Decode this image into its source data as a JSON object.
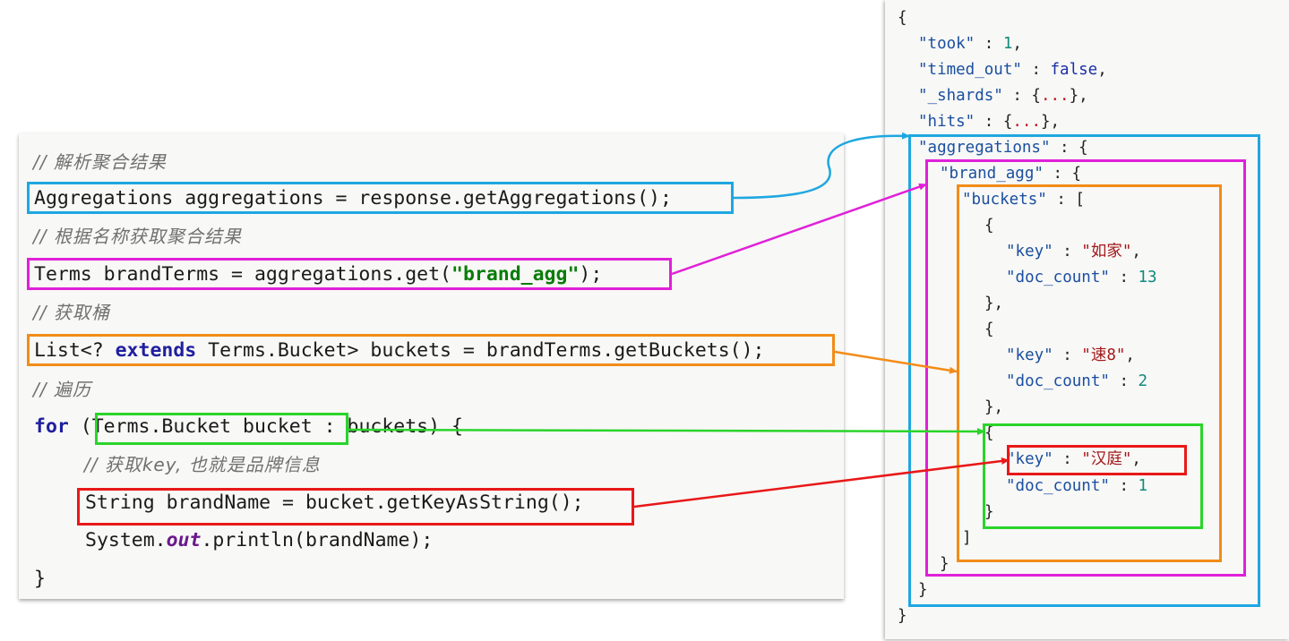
{
  "code": {
    "comment1": "// 解析聚合结果",
    "line1": "Aggregations aggregations = response.getAggregations();",
    "comment2": "// 根据名称获取聚合结果",
    "line2_pre": "Terms brandTerms = aggregations.get(",
    "line2_str": "\"brand_agg\"",
    "line2_post": ");",
    "comment3": "// 获取桶",
    "line3_pre": "List<? ",
    "line3_kw": "extends",
    "line3_post": " Terms.Bucket> buckets = brandTerms.getBuckets();",
    "comment4": "// 遍历",
    "line4_kw": "for",
    "line4_rest": " (Terms.Bucket bucket : buckets) {",
    "comment5": "// 获取key, 也就是品牌信息",
    "line5": "String brandName = bucket.getKeyAsString();",
    "line6_pre": "System.",
    "line6_field": "out",
    "line6_post": ".println(brandName);",
    "line7": "}"
  },
  "json": {
    "open": "{",
    "took_key": "\"took\"",
    "took_val": "1",
    "timed_out_key": "\"timed_out\"",
    "timed_out_val": "false",
    "shards_key": "\"_shards\"",
    "hits_key": "\"hits\"",
    "ellipsis": "...",
    "aggregations_key": "\"aggregations\"",
    "brand_agg_key": "\"brand_agg\"",
    "buckets_key": "\"buckets\"",
    "key_label": "\"key\"",
    "doc_count_label": "\"doc_count\"",
    "bucket1_key": "\"如家\"",
    "bucket1_count": "13",
    "bucket2_key": "\"速8\"",
    "bucket2_count": "2",
    "bucket3_key": "\"汉庭\"",
    "bucket3_count": "1",
    "close_bracket": "]",
    "close": "}"
  },
  "colors": {
    "aggregations": "#1ea7e1",
    "brand_agg": "#e020d8",
    "buckets": "#f28c18",
    "bucket": "#2ad42a",
    "key": "#e81818"
  }
}
